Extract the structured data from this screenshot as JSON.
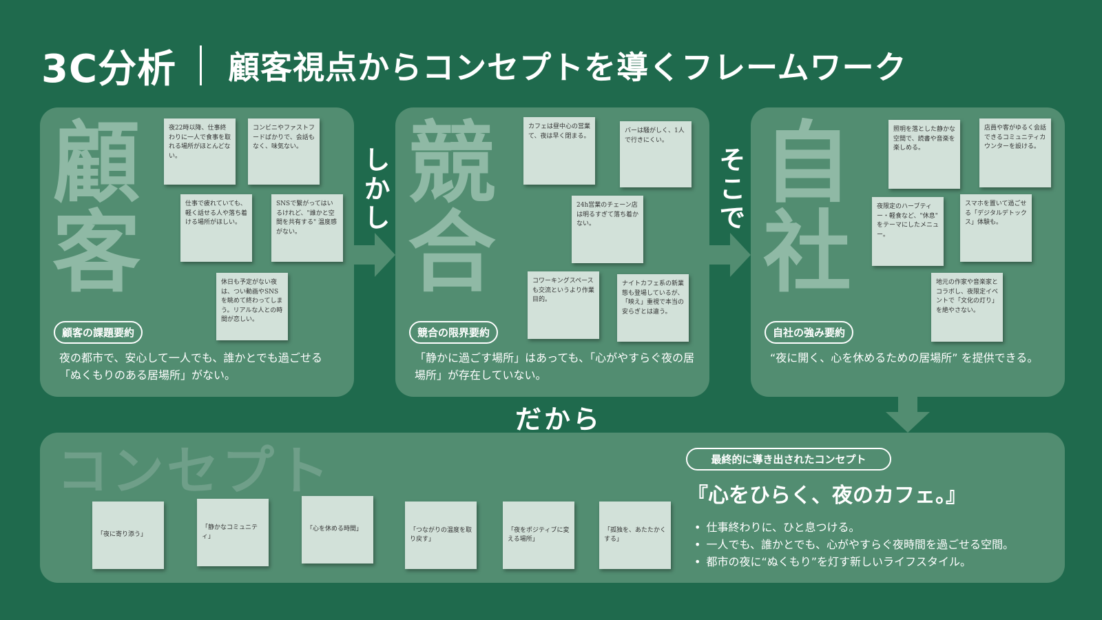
{
  "title": {
    "main": "3C分析",
    "sub": "顧客視点からコンセプトを導くフレームワーク"
  },
  "connectors": {
    "customer_to_competitor": "しかし",
    "competitor_to_company": "そこで",
    "to_concept": "だから"
  },
  "customer": {
    "big_chars": [
      "顧",
      "客"
    ],
    "notes": [
      "夜22時以降、仕事終わりに一人で食事を取れる場所がほとんどない。",
      "コンビニやファストフードばかりで、会話もなく、味気ない。",
      "仕事で疲れていても、軽く話せる人や落ち着ける場所がほしい。",
      "SNSで繋がってはいるけれど、\"誰かと空間を共有する\" 温度感がない。",
      "休日も予定がない夜は、つい動画やSNSを眺めて終わってしまう。リアルな人との時間が恋しい。"
    ],
    "pill": "顧客の課題要約",
    "summary": "夜の都市で、安心して一人でも、誰かとでも過ごせる「ぬくもりのある居場所」がない。"
  },
  "competitor": {
    "big_chars": [
      "競",
      "合"
    ],
    "notes": [
      "カフェは昼中心の営業て、夜は早く閉まる。",
      "バーは騒がしく、1人で行きにくい。",
      "24h営業のチェーン店は明るすぎて落ち着かない。",
      "コワーキングスペースも交流というより作業目的。",
      "ナイトカフェ系の新業態も登場しているが、「映え」重視で本当の安らぎとは違う。"
    ],
    "pill": "競合の限界要約",
    "summary": "「静かに過ごす場所」はあっても、「心がやすらぐ夜の居場所」が存在していない。"
  },
  "company": {
    "big_chars": [
      "自",
      "社"
    ],
    "notes": [
      "照明を落とした静かな空間で、読書や音楽を楽しめる。",
      "店員や客がゆるく会話できるコミュニティカウンターを設ける。",
      "夜限定のハーブティー・軽食など、\"休息\" をテーマにしたメニュー。",
      "スマホを置いて過ごせる「デジタルデトックス」体験も。",
      "地元の作家や音楽家とコラボし、夜限定イベントで「文化の灯り」を絶やさない。"
    ],
    "pill": "自社の強み要約",
    "summary": "“夜に開く、心を休めるための居場所” を提供できる。"
  },
  "concept": {
    "label": "コンセプト",
    "notes": [
      "「夜に寄り添う」",
      "「静かなコミュニティ」",
      "「心を休める時間」",
      "「つながりの温度を取り戻す」",
      "「夜をポジティブに変える場所」",
      "「孤独を、あたたかくする」"
    ],
    "pill": "最終的に導き出されたコンセプト",
    "main": "『心をひらく、夜のカフェ。』",
    "bullets": [
      "仕事終わりに、ひと息つける。",
      "一人でも、誰かとでも、心がやすらぐ夜時間を過ごせる空間。",
      "都市の夜に“ぬくもり”を灯す新しいライフスタイル。"
    ]
  },
  "colors": {
    "background": "#1f6a4d",
    "panel": "#528d71",
    "big_char": "#8fb9a5",
    "note": "#d2e1d9",
    "arrow": "#528d71"
  }
}
